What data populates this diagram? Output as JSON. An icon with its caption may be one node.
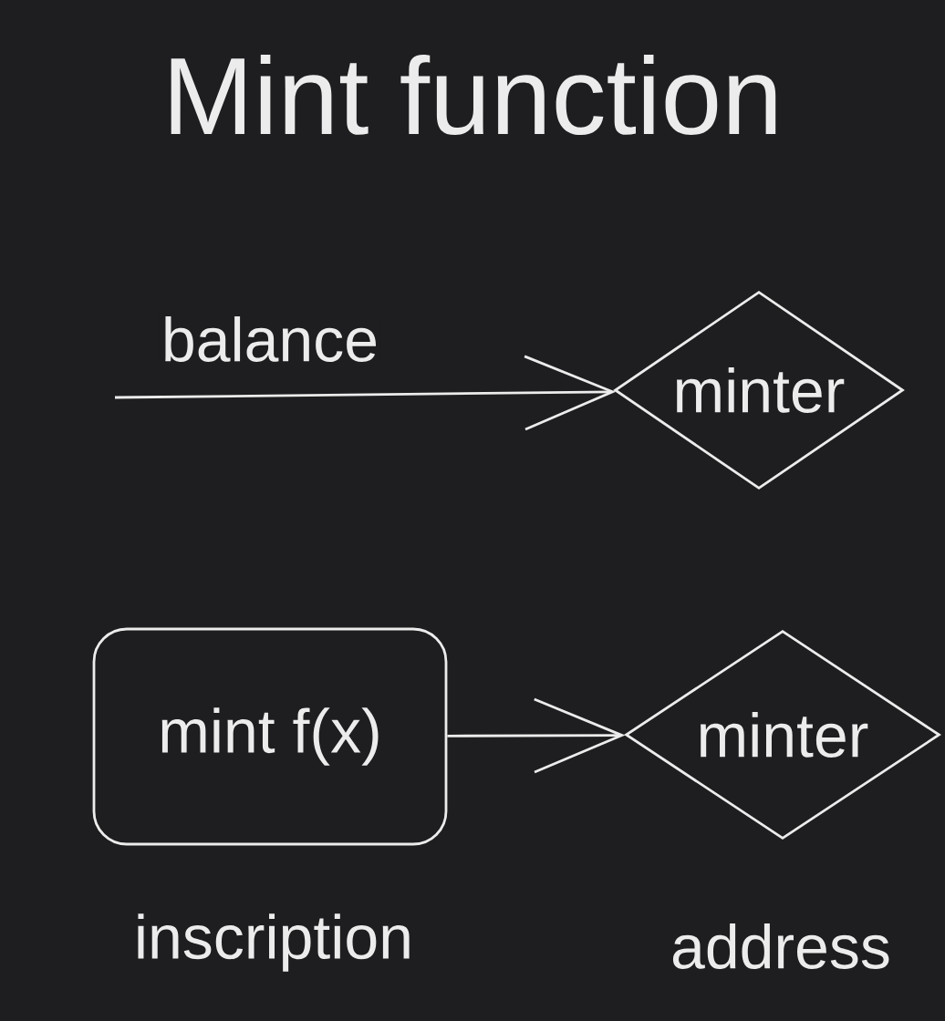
{
  "diagram": {
    "title": "Mint function",
    "nodes": [
      {
        "text": [
          "minter"
        ]
      },
      {
        "text": [
          "mint f(x)"
        ],
        "beside": [
          "inscription"
        ]
      },
      {
        "text": [
          "minter"
        ],
        "beside": [
          "address"
        ]
      }
    ],
    "edges": [
      {
        "from": null,
        "to": 0,
        "arrow": "to",
        "label": "balance"
      },
      {
        "from": 1,
        "to": 2,
        "arrow": "to"
      }
    ]
  }
}
